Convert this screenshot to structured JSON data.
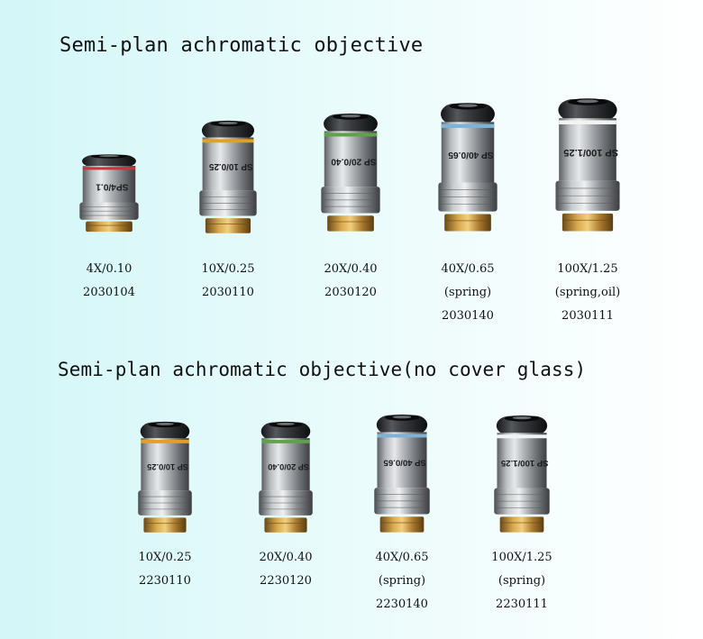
{
  "sections": [
    {
      "heading": "Semi-plan achromatic objective",
      "items": [
        {
          "spec": "4X/0.10",
          "note": "",
          "code": "2030104",
          "band_color": "#c8363a",
          "engraving": "SP4/0.1"
        },
        {
          "spec": "10X/0.25",
          "note": "",
          "code": "2030110",
          "band_color": "#e0a223",
          "engraving": "SP 10/0.25"
        },
        {
          "spec": "20X/0.40",
          "note": "",
          "code": "2030120",
          "band_color": "#5ea34a",
          "engraving": "SP 20/0.40"
        },
        {
          "spec": "40X/0.65",
          "note": "(spring)",
          "code": "2030140",
          "band_color": "#7fb3d6",
          "engraving": "SP 40/0.65"
        },
        {
          "spec": "100X/1.25",
          "note": "(spring,oil)",
          "code": "2030111",
          "band_color": "#f3f3f3",
          "engraving": "SP 100/1.25"
        }
      ]
    },
    {
      "heading": "Semi-plan achromatic objective(no cover glass)",
      "items": [
        {
          "spec": "10X/0.25",
          "note": "",
          "code": "2230110",
          "band_color": "#e0a223",
          "engraving": "SP 10/0.25"
        },
        {
          "spec": "20X/0.40",
          "note": "",
          "code": "2230120",
          "band_color": "#5ea34a",
          "engraving": "SP 20/0.40"
        },
        {
          "spec": "40X/0.65",
          "note": "(spring)",
          "code": "2230140",
          "band_color": "#7fb3d6",
          "engraving": "SP 40/0.65"
        },
        {
          "spec": "100X/1.25",
          "note": "(spring)",
          "code": "2230111",
          "band_color": "#f3f3f3",
          "engraving": "SP 100/1.25"
        }
      ]
    }
  ]
}
